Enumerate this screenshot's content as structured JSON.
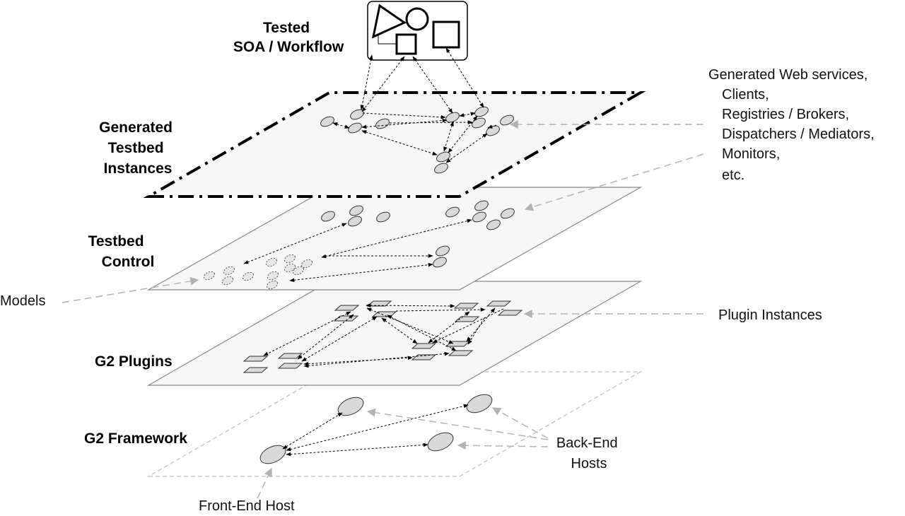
{
  "top": {
    "title_line1": "Tested",
    "title_line2": "SOA / Workflow"
  },
  "layers": {
    "testbed_instances": [
      "Generated",
      "Testbed",
      "Instances"
    ],
    "testbed_control": [
      "Testbed",
      "Control"
    ],
    "g2_plugins": "G2 Plugins",
    "g2_framework": "G2 Framework"
  },
  "annotations": {
    "generated": [
      "Generated Web services,",
      "Clients,",
      "Registries / Brokers,",
      "Dispatchers / Mediators,",
      "Monitors,",
      "etc."
    ],
    "models": "Models",
    "plugin_instances": "Plugin Instances",
    "back_end": [
      "Back-End",
      "Hosts"
    ],
    "front_end": "Front-End Host"
  },
  "colors": {
    "plane_fill": "#f7f7f7",
    "node_fill": "#d9d9d9",
    "annotation_arrow": "#b3b3b3"
  }
}
